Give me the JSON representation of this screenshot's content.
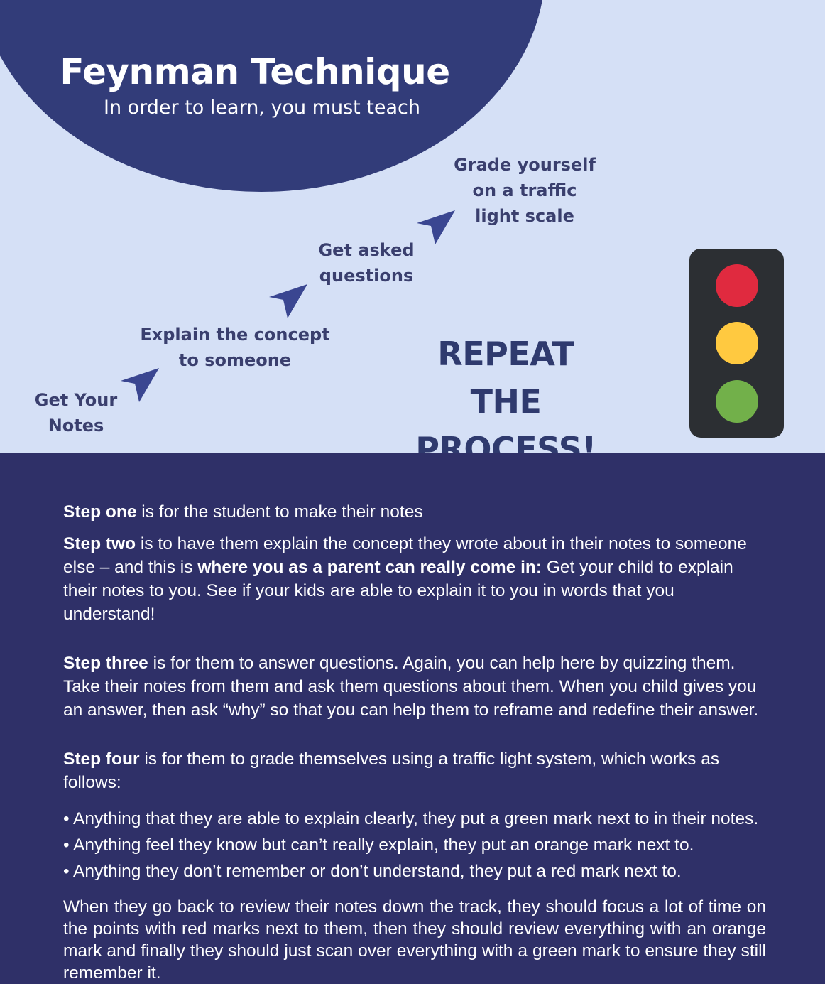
{
  "header": {
    "title": "Feynman Technique",
    "subtitle": "In order to learn, you must teach"
  },
  "steps": [
    {
      "label_line1": "Get Your",
      "label_line2": "Notes"
    },
    {
      "label_line1": "Explain the concept",
      "label_line2": "to someone"
    },
    {
      "label_line1": "Get asked",
      "label_line2": "questions"
    },
    {
      "label_line1": "Grade yourself",
      "label_line2": "on a traffic",
      "label_line3": "light scale"
    }
  ],
  "repeat": {
    "line1": "REPEAT THE",
    "line2": "PROCESS!"
  },
  "traffic_light": {
    "colors": [
      "#e02a3f",
      "#ffc940",
      "#72b04a"
    ]
  },
  "colors": {
    "page_bg": "#d5e0f6",
    "circle": "#323c79",
    "panel": "#2f3068",
    "arrow": "#3a4691"
  },
  "body": {
    "step1": {
      "bold": "Step one",
      "text": " is for the student to make their notes"
    },
    "step2": {
      "bold": "Step two",
      "text1": " is to have them explain the concept they wrote about in their notes to someone else – and this is ",
      "bold2": "where you as a parent can really come in:",
      "text2": " Get your child to explain their notes to you. See if your kids are able to explain it to you in words that you understand!"
    },
    "step3": {
      "bold": "Step three",
      "text": " is for them to answer questions. Again, you can help here by quizzing them. Take their notes from them and ask them questions about them. When you child gives you an answer, then ask “why” so that you can help them to reframe and redefine their answer."
    },
    "step4": {
      "bold": "Step four",
      "text": " is for them to grade themselves using a traffic light system, which works as follows:"
    },
    "bullets": [
      "• Anything that they are able to explain clearly, they put a green mark next to in their notes.",
      "• Anything feel they know but can’t really explain, they put an orange mark next to.",
      "• Anything they don’t remember or don’t understand, they put a red mark next to."
    ],
    "closing": "When they go back to review their notes down the track, they should focus a lot of time on the points with red marks next to them, then they should review everything with an orange mark and finally they should just scan over everything with a green mark to ensure they still remember it."
  }
}
